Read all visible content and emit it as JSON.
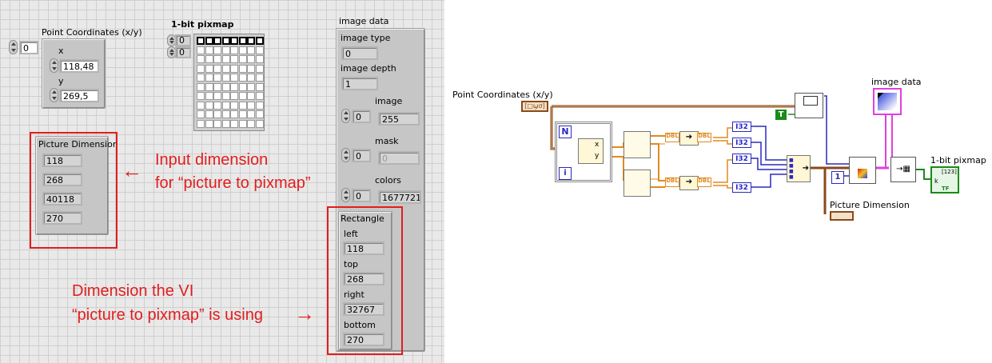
{
  "front_panel": {
    "point_coordinates": {
      "label": "Point Coordinates (x/y)",
      "index_value": "0",
      "x_label": "x",
      "x_value": "118,48",
      "y_label": "y",
      "y_value": "269,5"
    },
    "pixmap": {
      "label": "1-bit pixmap",
      "row_index": "0",
      "col_index": "0",
      "top_row_filled": 8,
      "columns": 8,
      "rows": 10
    },
    "picture_dimension": {
      "label": "Picture Dimension",
      "values": [
        "118",
        "268",
        "40118",
        "270"
      ]
    },
    "image_data": {
      "label": "image data",
      "image_type_label": "image type",
      "image_type_value": "0",
      "image_depth_label": "image depth",
      "image_depth_value": "1",
      "image_label": "image",
      "image_index": "0",
      "image_value": "255",
      "mask_label": "mask",
      "mask_index": "0",
      "mask_value": "0",
      "colors_label": "colors",
      "colors_index": "0",
      "colors_value": "1677721",
      "rectangle": {
        "label": "Rectangle",
        "left_label": "left",
        "left_value": "118",
        "top_label": "top",
        "top_value": "268",
        "right_label": "right",
        "right_value": "32767",
        "bottom_label": "bottom",
        "bottom_value": "270"
      }
    },
    "annotations": {
      "input_line1": "Input dimension",
      "input_line2": "for “picture to pixmap”",
      "vi_line1": "Dimension the VI",
      "vi_line2": "“picture to pixmap” is using",
      "arrow_left": "←",
      "arrow_right": "→"
    }
  },
  "block_diagram": {
    "point_coordinates_label": "Point Coordinates (x/y)",
    "point_terminal_text": "[□ϣσ]",
    "image_data_label": "image data",
    "pixmap_label": "1-bit pixmap",
    "pixmap_terminal_text": "[123]",
    "picture_dimension_label": "Picture Dimension",
    "loop_count_label": "N",
    "loop_index_label": "i",
    "true_constant": "T",
    "one_constant": "1",
    "x_label": "x",
    "y_label": "y",
    "i32_label": "I32",
    "dbl_label": "DBL",
    "k_label": "k",
    "tf_label": "TF",
    "colors": {
      "orange_wire": "#e08a1e",
      "blue_wire": "#2a2ac0",
      "pink_wire": "#e040e0",
      "green_wire": "#1a8a1a",
      "brown_cluster": "#8a4a1a"
    }
  }
}
